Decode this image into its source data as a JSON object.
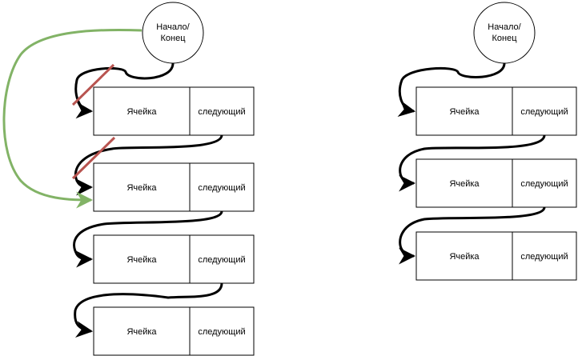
{
  "left_diagram": {
    "head_node": {
      "line1": "Начало/",
      "line2": "Конец"
    },
    "nodes": [
      {
        "data": "Ячейка",
        "next": "следующий"
      },
      {
        "data": "Ячейка",
        "next": "следующий"
      },
      {
        "data": "Ячейка",
        "next": "следующий"
      },
      {
        "data": "Ячейка",
        "next": "следующий"
      }
    ]
  },
  "right_diagram": {
    "head_node": {
      "line1": "Начало/",
      "line2": "Конец"
    },
    "nodes": [
      {
        "data": "Ячейка",
        "next": "следующий"
      },
      {
        "data": "Ячейка",
        "next": "следующий"
      },
      {
        "data": "Ячейка",
        "next": "следующий"
      }
    ]
  },
  "colors": {
    "stroke": "#000000",
    "node_fill": "#ffffff",
    "bypass_arrow": "#82b366",
    "strike_line": "#b85450"
  }
}
